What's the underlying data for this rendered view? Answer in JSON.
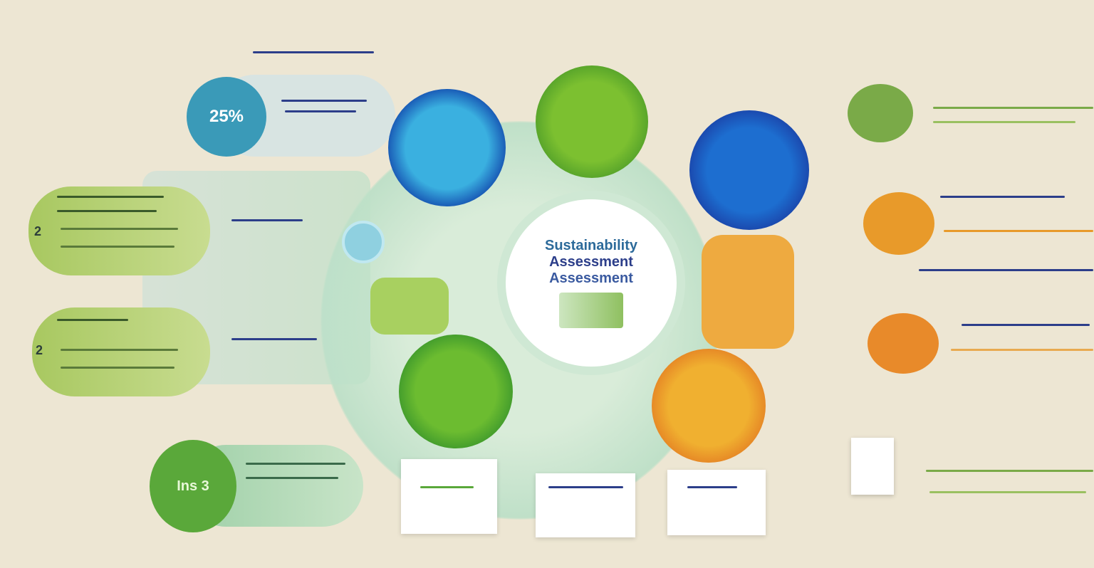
{
  "stat_badge": {
    "value": "25%"
  },
  "left_markers": [
    "2",
    "2"
  ],
  "bottom_badge": {
    "value": "Ins 3"
  },
  "center": {
    "title_lines": [
      "Sustainability",
      "Assessment",
      "Assessment"
    ]
  },
  "colors": {
    "background": "#ede6d3",
    "blue": "#1b5fb8",
    "teal": "#3a9ab8",
    "green": "#5aa83a",
    "lime": "#a8c860",
    "orange": "#e89a2a",
    "navy": "#2c3e8a"
  }
}
